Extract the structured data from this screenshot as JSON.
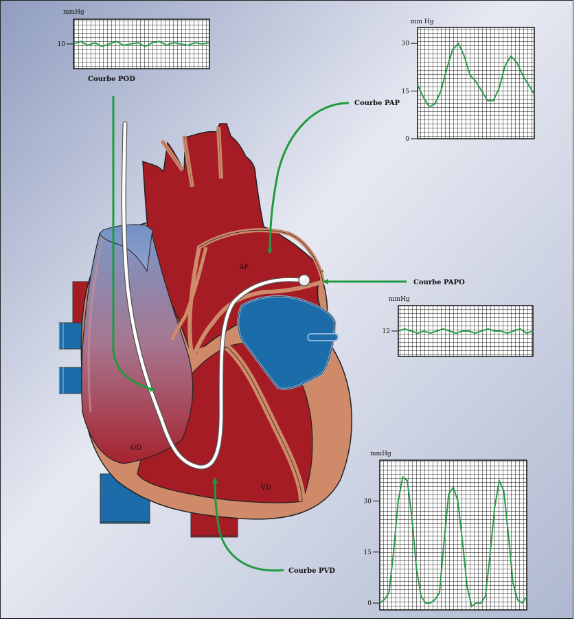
{
  "labels": {
    "pod": "Courbe POD",
    "pap": "Courbe PAP",
    "papo": "Courbe PAPO",
    "pvd": "Courbe PVD",
    "ap": "AP",
    "od": "OD",
    "vd": "VD"
  },
  "monitors": {
    "pod": {
      "unit": "mmHg",
      "ticks": [
        {
          "label": "10",
          "value": 10
        }
      ],
      "range": [
        0,
        20
      ],
      "trace": [
        10,
        11,
        9.5,
        10.5,
        9,
        10,
        11,
        9.5,
        10,
        10.5,
        9,
        10.5,
        11,
        9.5,
        10.5,
        10,
        9.5,
        10.5,
        10,
        10.5
      ]
    },
    "pap": {
      "unit": "mm Hg",
      "ticks": [
        {
          "label": "30",
          "value": 30
        },
        {
          "label": "15",
          "value": 15
        },
        {
          "label": "0",
          "value": 0
        }
      ],
      "range": [
        0,
        35
      ],
      "trace": [
        17,
        13,
        10,
        11,
        15,
        22,
        28,
        30,
        26,
        20,
        18,
        15,
        12,
        12,
        16,
        23,
        26,
        24,
        20,
        17,
        14
      ]
    },
    "papo": {
      "unit": "mmHg",
      "ticks": [
        {
          "label": "12",
          "value": 12
        }
      ],
      "range": [
        0,
        24
      ],
      "trace": [
        12,
        13,
        12,
        11,
        12,
        11,
        12,
        13,
        12,
        11,
        12,
        12,
        11,
        12,
        13,
        12,
        12,
        11,
        12,
        13,
        11,
        12
      ]
    },
    "pvd": {
      "unit": "mmHg",
      "ticks": [
        {
          "label": "30",
          "value": 30
        },
        {
          "label": "15",
          "value": 15
        },
        {
          "label": "0",
          "value": 0
        }
      ],
      "range": [
        -2,
        42
      ],
      "trace": [
        0,
        1,
        3,
        15,
        30,
        37,
        36,
        25,
        10,
        2,
        0,
        0,
        1,
        3,
        18,
        32,
        34,
        30,
        18,
        5,
        -1,
        0,
        0,
        2,
        14,
        28,
        36,
        33,
        20,
        6,
        1,
        0,
        2
      ]
    }
  },
  "colors": {
    "background_top": "#dce0ec",
    "background_bottom": "#c4cadb",
    "heart_red": "#a51c24",
    "heart_tan": "#cf8a6a",
    "vein_blue": "#4d7bb5",
    "atrium_blue": "#1b6ca8",
    "arrow_green": "#1f9a3f",
    "trace_green": "#2a9a4a",
    "catheter": "#ffffff"
  }
}
